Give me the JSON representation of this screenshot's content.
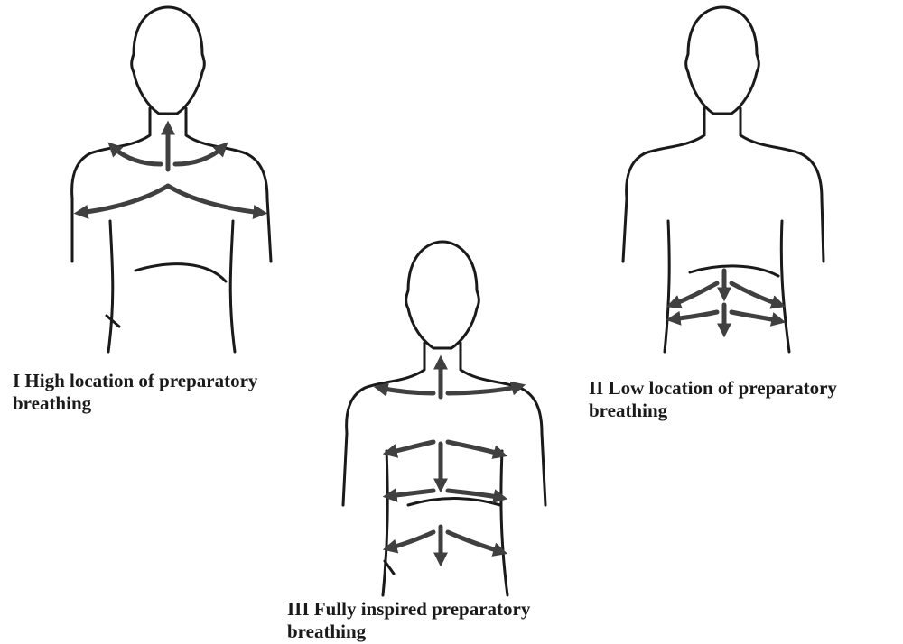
{
  "figure": {
    "captions": [
      "I High location of preparatory\nbreathing",
      "II Low location of preparatory\nbreathing",
      "III Fully inspired preparatory\nbreathing"
    ],
    "icons": [
      "figure-torso-high",
      "figure-torso-low",
      "figure-torso-full",
      "breathing-arrow"
    ],
    "colors": {
      "outline": "#1a1a1a",
      "arrow": "#404040",
      "background": "#ffffff"
    }
  }
}
